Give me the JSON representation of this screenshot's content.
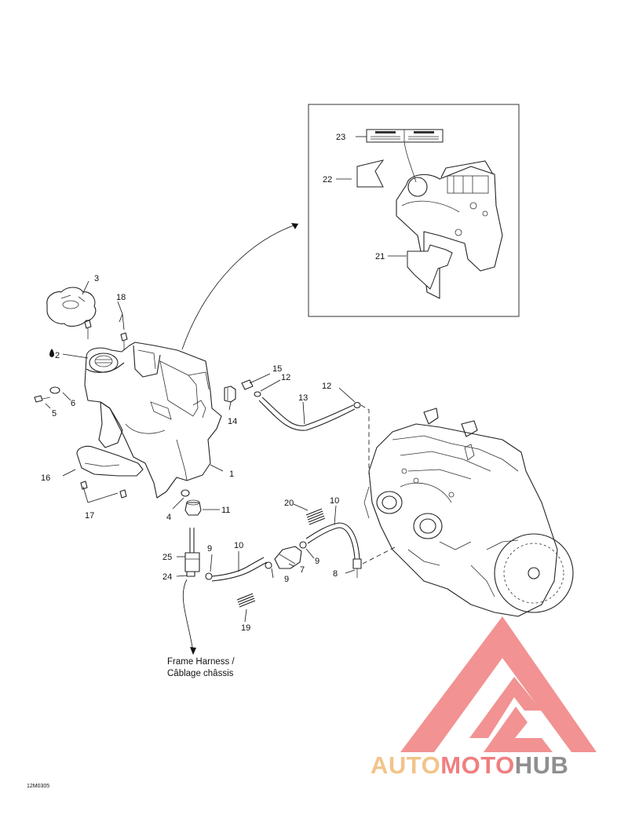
{
  "callouts": {
    "c1": "1",
    "c2": "2",
    "c3": "3",
    "c4": "4",
    "c5": "5",
    "c6": "6",
    "c7": "7",
    "c8": "8",
    "c9a": "9",
    "c9b": "9",
    "c9c": "9",
    "c10a": "10",
    "c10b": "10",
    "c11": "11",
    "c12a": "12",
    "c12b": "12",
    "c13": "13",
    "c14": "14",
    "c15": "15",
    "c16": "16",
    "c17": "17",
    "c18": "18",
    "c19": "19",
    "c20": "20",
    "c21": "21",
    "c22": "22",
    "c23": "23",
    "c24": "24",
    "c25": "25"
  },
  "caption": {
    "line1": "Frame Harness /",
    "line2": "Câblage châssis"
  },
  "drawing_code": "12M0305",
  "watermark": {
    "part1": "AUTO",
    "part2": "MOTO",
    "part3": "HUB",
    "colors": {
      "auto": "#f2c48a",
      "moto": "#f07f7f",
      "hub": "#8f8f8f",
      "mark": "#f07f7f"
    }
  }
}
